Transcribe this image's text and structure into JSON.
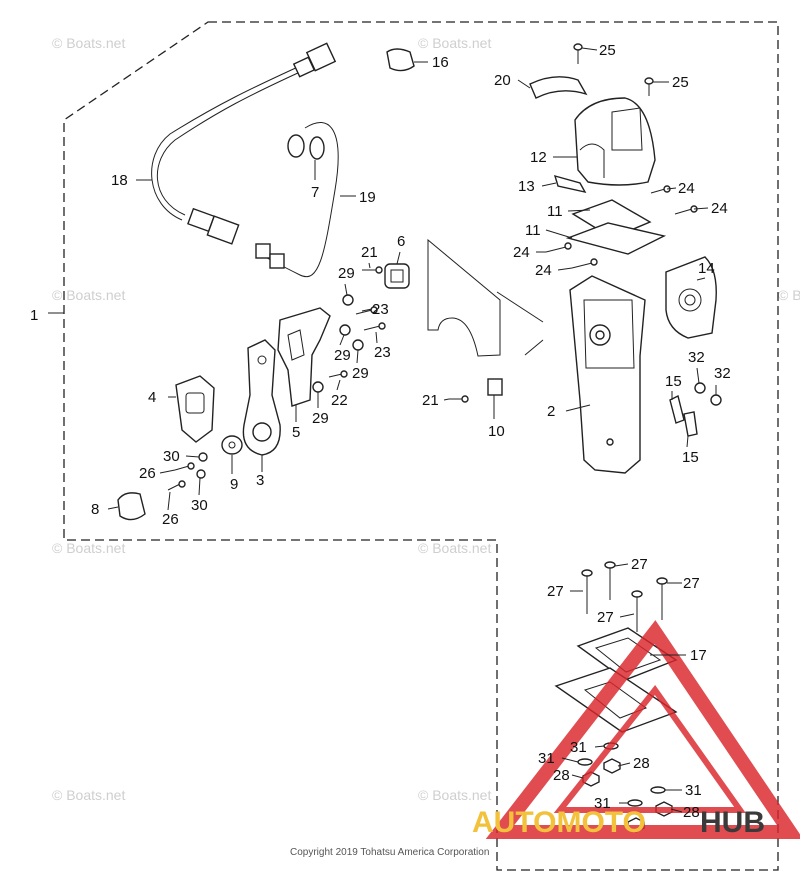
{
  "watermark_text": "© Boats.net",
  "copyright": "Copyright 2019 Tohatsu America Corporation",
  "logo": {
    "left": "AUTOMOTO",
    "right": "HUB",
    "color_left": "#f2c23c",
    "color_right": "#3a3a3a",
    "triangle_color": "#d9252a"
  },
  "callouts": [
    "1",
    "2",
    "3",
    "4",
    "5",
    "6",
    "7",
    "8",
    "9",
    "10",
    "11",
    "11",
    "12",
    "13",
    "14",
    "15",
    "15",
    "16",
    "17",
    "18",
    "19",
    "20",
    "21",
    "21",
    "22",
    "23",
    "23",
    "24",
    "24",
    "24",
    "24",
    "25",
    "25",
    "26",
    "26",
    "27",
    "27",
    "27",
    "27",
    "28",
    "28",
    "28",
    "29",
    "29",
    "29",
    "29",
    "30",
    "30",
    "31",
    "31",
    "31",
    "31",
    "32",
    "32"
  ],
  "colors": {
    "ink": "#222222",
    "paper": "#ffffff",
    "watermark": "#cfcfcf"
  }
}
